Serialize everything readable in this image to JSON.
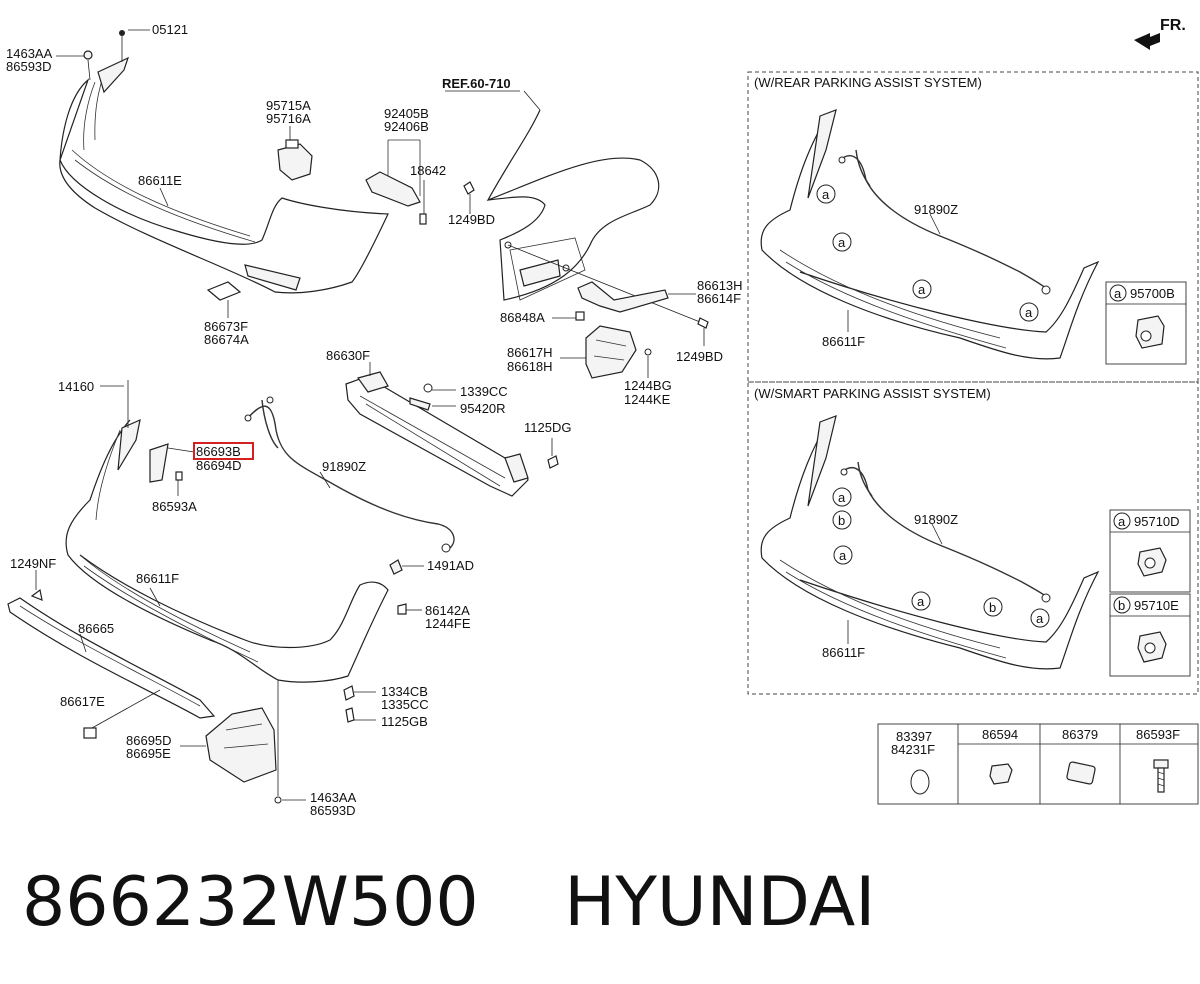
{
  "orientation_label": "FR.",
  "ref_label": "REF.60-710",
  "footer": {
    "part_number": "866232W500",
    "brand": "HYUNDAI"
  },
  "highlight": {
    "code": "86693B",
    "color": "#d42020"
  },
  "labels": {
    "l05121": "05121",
    "l1463AA_top": "1463AA",
    "l86593D_top": "86593D",
    "l95715A": "95715A",
    "l95716A": "95716A",
    "l92405B": "92405B",
    "l92406B": "92406B",
    "l18642": "18642",
    "l1249BD_a": "1249BD",
    "l86611E": "86611E",
    "l86673F": "86673F",
    "l86674A": "86674A",
    "l86613H": "86613H",
    "l86614F": "86614F",
    "l86848A": "86848A",
    "l1249BD_b": "1249BD",
    "l86617H": "86617H",
    "l86618H": "86618H",
    "l1244BG": "1244BG",
    "l1244KE": "1244KE",
    "l86630F": "86630F",
    "l1339CC": "1339CC",
    "l95420R": "95420R",
    "l1125DG": "1125DG",
    "l14160": "14160",
    "l86694D": "86694D",
    "l86593A": "86593A",
    "l91890Z": "91890Z",
    "l1249NF": "1249NF",
    "l86611F": "86611F",
    "l1491AD": "1491AD",
    "l86665": "86665",
    "l86142A": "86142A",
    "l1244FE": "1244FE",
    "l86617E": "86617E",
    "l1334CB": "1334CB",
    "l1335CC": "1335CC",
    "l1125GB": "1125GB",
    "l86695D": "86695D",
    "l86695E": "86695E",
    "l1463AA_bot": "1463AA",
    "l86593D_bot": "86593D"
  },
  "rear_panel": {
    "title": "(W/REAR PARKING ASSIST SYSTEM)",
    "harness": "91890Z",
    "bumper": "86611F",
    "marker": "a",
    "sensor_code": "95700B"
  },
  "smart_panel": {
    "title": "(W/SMART PARKING ASSIST SYSTEM)",
    "harness": "91890Z",
    "bumper": "86611F",
    "marker_a": "a",
    "marker_b": "b",
    "sensor_a_code": "95710D",
    "sensor_b_code": "95710E"
  },
  "parts_table": {
    "cells": [
      {
        "codes": [
          "83397",
          "84231F"
        ]
      },
      {
        "codes": [
          "86594"
        ]
      },
      {
        "codes": [
          "86379"
        ]
      },
      {
        "codes": [
          "86593F"
        ]
      }
    ]
  }
}
